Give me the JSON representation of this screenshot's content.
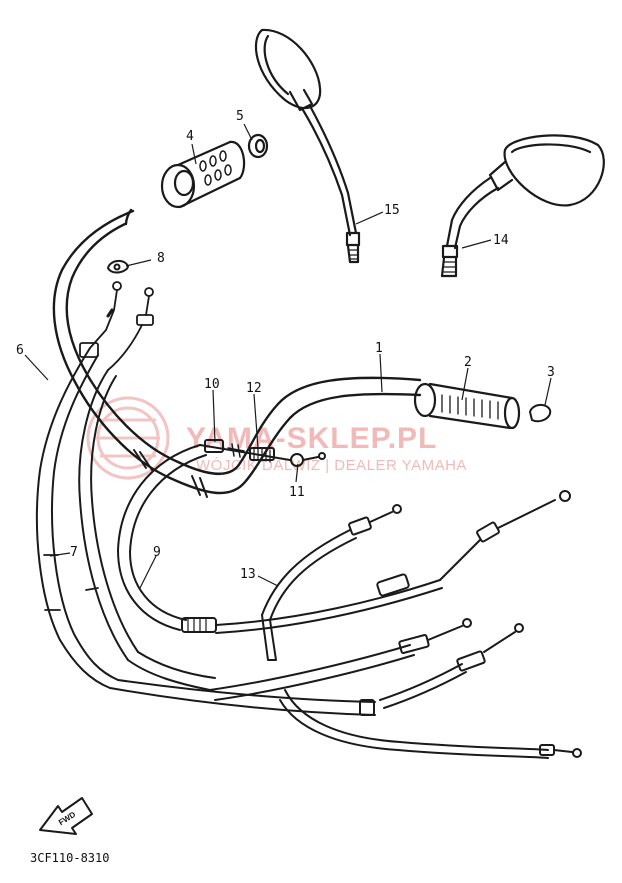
{
  "callouts": {
    "c1": "1",
    "c2": "2",
    "c3": "3",
    "c4": "4",
    "c5": "5",
    "c6": "6",
    "c7": "7",
    "c8": "8",
    "c9": "9",
    "c10": "10",
    "c11": "11",
    "c12": "12",
    "c13": "13",
    "c14": "14",
    "c15": "15"
  },
  "watermark": {
    "brand": "YAMA-SKLEP.PL",
    "subtitle": "WÓJCIK DALWIZ | DEALER YAMAHA"
  },
  "front_arrow": {
    "label": "FWD"
  },
  "diagram_code": "3CF110-8310"
}
